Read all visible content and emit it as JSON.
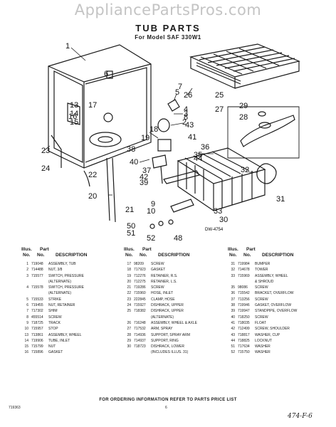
{
  "watermark": "AppliancePartsPros.com",
  "title": "TUB PARTS",
  "subtitle": "For Model SAF 330W1",
  "diagram_code": "DW-4754",
  "callouts": [
    "1",
    "2",
    "3",
    "4",
    "5",
    "6",
    "7",
    "8",
    "9",
    "10",
    "13",
    "14",
    "15",
    "16",
    "17",
    "18",
    "19",
    "20",
    "21",
    "22",
    "23",
    "24",
    "25",
    "26",
    "27",
    "28",
    "29",
    "30",
    "31",
    "32",
    "33",
    "35",
    "36",
    "37",
    "38",
    "39",
    "40",
    "41",
    "42",
    "43",
    "44",
    "48",
    "50",
    "51",
    "52"
  ],
  "table_headers": {
    "illus": "Illus.",
    "no": "No.",
    "part": "Part",
    "part_no": "No.",
    "description": "DESCRIPTION"
  },
  "columns": [
    [
      {
        "ref": "1",
        "part": "719048",
        "desc": "ASSEMBLY, TUB"
      },
      {
        "ref": "2",
        "part": "714488",
        "desc": "NUT, 3/8"
      },
      {
        "ref": "3",
        "part": "715577",
        "desc": "SWITCH, PRESSURE"
      },
      {
        "ref": "",
        "part": "",
        "desc": "(ALTERNATE)"
      },
      {
        "ref": "4",
        "part": "715578",
        "desc": "SWITCH, PRESSURE"
      },
      {
        "ref": "",
        "part": "",
        "desc": "(ALTERNATE)"
      },
      {
        "ref": "5",
        "part": "715533",
        "desc": "STRIKE"
      },
      {
        "ref": "6",
        "part": "719455",
        "desc": "NUT, RETAINER"
      },
      {
        "ref": "7",
        "part": "717302",
        "desc": "SHIM"
      },
      {
        "ref": "8",
        "part": "455514",
        "desc": "SCREW"
      },
      {
        "ref": "9",
        "part": "718725",
        "desc": "TRACK"
      },
      {
        "ref": "10",
        "part": "715957",
        "desc": "STOP"
      },
      {
        "ref": "13",
        "part": "713861",
        "desc": "ASSEMBLY, WHEEL"
      },
      {
        "ref": "14",
        "part": "719906",
        "desc": "TUBE, INLET"
      },
      {
        "ref": "15",
        "part": "715799",
        "desc": "NUT"
      },
      {
        "ref": "16",
        "part": "715896",
        "desc": "GASKET"
      }
    ],
    [
      {
        "ref": "17",
        "part": "98209",
        "desc": "SCREW"
      },
      {
        "ref": "18",
        "part": "717923",
        "desc": "GASKET"
      },
      {
        "ref": "19",
        "part": "712276",
        "desc": "RETAINER, R.S."
      },
      {
        "ref": "20",
        "part": "712275",
        "desc": "RETAINER, L.S."
      },
      {
        "ref": "21",
        "part": "719286",
        "desc": "SCREW"
      },
      {
        "ref": "22",
        "part": "715960",
        "desc": "HOSE, INLET"
      },
      {
        "ref": "23",
        "part": "222845",
        "desc": "CLAMP, HOSE"
      },
      {
        "ref": "24",
        "part": "715927",
        "desc": "DISHRACK, UPPER"
      },
      {
        "ref": "25",
        "part": "718382",
        "desc": "DISHRACK, UPPER"
      },
      {
        "ref": "",
        "part": "",
        "desc": "(ALTERNATE)"
      },
      {
        "ref": "26",
        "part": "716248",
        "desc": "ASSEMBLY, WHEEL & AXLE"
      },
      {
        "ref": "27",
        "part": "717532",
        "desc": "ARM, SPRAY"
      },
      {
        "ref": "28",
        "part": "714936",
        "desc": "SUPPORT, SPRAY ARM"
      },
      {
        "ref": "29",
        "part": "714937",
        "desc": "SUPPORT, RING"
      },
      {
        "ref": "30",
        "part": "718723",
        "desc": "DISHRACK, LOWER"
      },
      {
        "ref": "",
        "part": "",
        "desc": "(INCLUDES ILLUS. 31)"
      }
    ],
    [
      {
        "ref": "31",
        "part": "719984",
        "desc": "BUMPER"
      },
      {
        "ref": "32",
        "part": "714678",
        "desc": "TOWER"
      },
      {
        "ref": "33",
        "part": "715969",
        "desc": "ASSEMBLY, WHEEL"
      },
      {
        "ref": "",
        "part": "",
        "desc": "& SHROUD"
      },
      {
        "ref": "35",
        "part": "98086",
        "desc": "SCREW"
      },
      {
        "ref": "36",
        "part": "715542",
        "desc": "BRACKET, OVERFLOW"
      },
      {
        "ref": "37",
        "part": "713256",
        "desc": "SCREW"
      },
      {
        "ref": "38",
        "part": "719946",
        "desc": "GASKET, OVERFLOW"
      },
      {
        "ref": "39",
        "part": "719947",
        "desc": "STANDPIPE, OVERFLOW"
      },
      {
        "ref": "40",
        "part": "718250",
        "desc": "SCREW"
      },
      {
        "ref": "41",
        "part": "718035",
        "desc": "FLOAT"
      },
      {
        "ref": "42",
        "part": "712499",
        "desc": "SCREW, SHOULDER"
      },
      {
        "ref": "43",
        "part": "718817",
        "desc": "WASHER, CUP"
      },
      {
        "ref": "44",
        "part": "718825",
        "desc": "LOCKNUT"
      },
      {
        "ref": "51",
        "part": "717634",
        "desc": "WASHER"
      },
      {
        "ref": "52",
        "part": "715750",
        "desc": "WASHER"
      }
    ]
  ],
  "footer_note": "FOR ORDERING INFORMATION REFER TO PARTS PRICE LIST",
  "footer_left": "719363",
  "footer_page": "6",
  "handwritten_note": "474-F-6"
}
